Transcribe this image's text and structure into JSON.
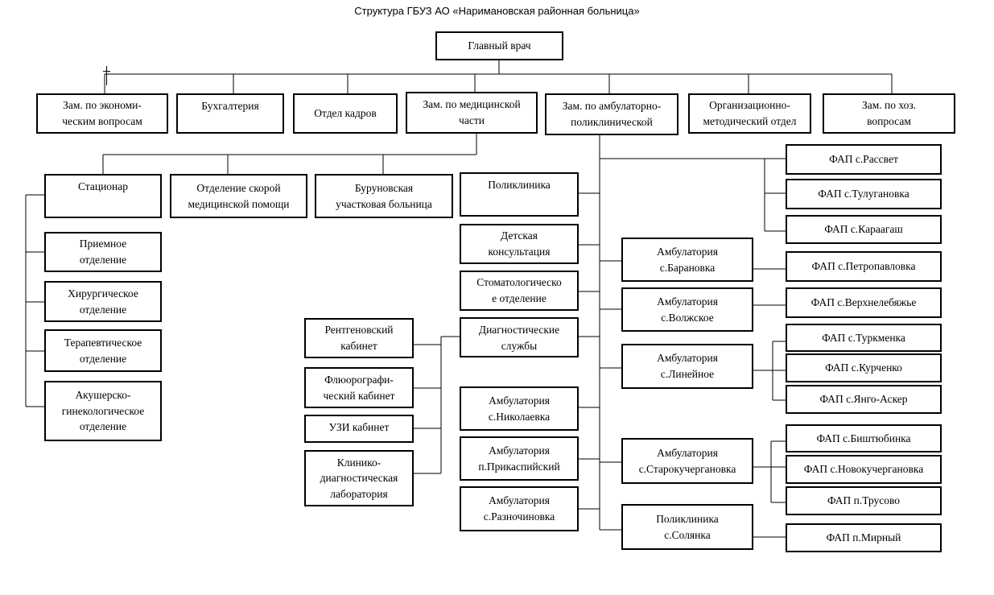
{
  "title": "Структура  ГБУЗ АО «Наримановская районная больница»",
  "nodes": {
    "chief": "Главный врач",
    "deputy_economics": "Зам. по экономи-\nческим вопросам",
    "accounting": "Бухгалтерия",
    "hr": "Отдел кадров",
    "deputy_medical": "Зам. по медицинской\nчасти",
    "deputy_outpatient": "Зам. по амбулаторно-\nполиклинической",
    "methodical": "Организационно-\nметодический отдел",
    "deputy_household": "Зам. по хоз.\nвопросам",
    "hospital": "Стационар",
    "emergency": "Отделение скорой\nмедицинской помощи",
    "burunovskaya": "Буруновская\nучастковая больница",
    "admission": "Приемное\nотделение",
    "surgical": "Хирургическое\nотделение",
    "therapeutic": "Терапевтическое\nотделение",
    "obstetric": "Акушерско-\nгинекологическое\nотделение",
    "polyclinic": "Поликлиника",
    "children": "Детская\nконсультация",
    "dental": "Стоматологическо\nе отделение",
    "diagnostic": "Диагностические\nслужбы",
    "xray": "Рентгеновский\nкабинет",
    "fluoro": "Флюорографи-\nческий кабинет",
    "ultrasound": "УЗИ кабинет",
    "lab": "Клинико-\nдиагностическая\nлаборатория",
    "amb_nikolaevka": "Амбулатория\nс.Николаевка",
    "amb_prikaspiysky": "Амбулатория\nп.Прикаспийский",
    "amb_raznochinovka": "Амбулатория\nс.Разночиновка",
    "amb_baranovka": "Амбулатория\nс.Барановка",
    "amb_volzhskoe": "Амбулатория\nс.Волжское",
    "amb_lineynoe": "Амбулатория\nс.Линейное",
    "amb_starokuchergan": "Амбулатория\nс.Старокучергановка",
    "polyclinic_solyanka": "Поликлиника\nс.Солянка",
    "fap_rassvet": "ФАП с.Рассвет",
    "fap_tuluganovka": "ФАП с.Тулугановка",
    "fap_karaagash": "ФАП с.Караагаш",
    "fap_petropavlovka": "ФАП с.Петропавловка",
    "fap_verkhnelebyazhye": "ФАП с.Верхнелебяжье",
    "fap_turkmenka": "ФАП с.Туркменка",
    "fap_kurchenko": "ФАП с.Курченко",
    "fap_yango_asker": "ФАП с.Янго-Аскер",
    "fap_bishtyubinka": "ФАП с.Биштюбинка",
    "fap_novokuchergan": "ФАП с.Новокучергановка",
    "fap_trusovo": "ФАП п.Трусово",
    "fap_mirny": "ФАП п.Мирный"
  }
}
